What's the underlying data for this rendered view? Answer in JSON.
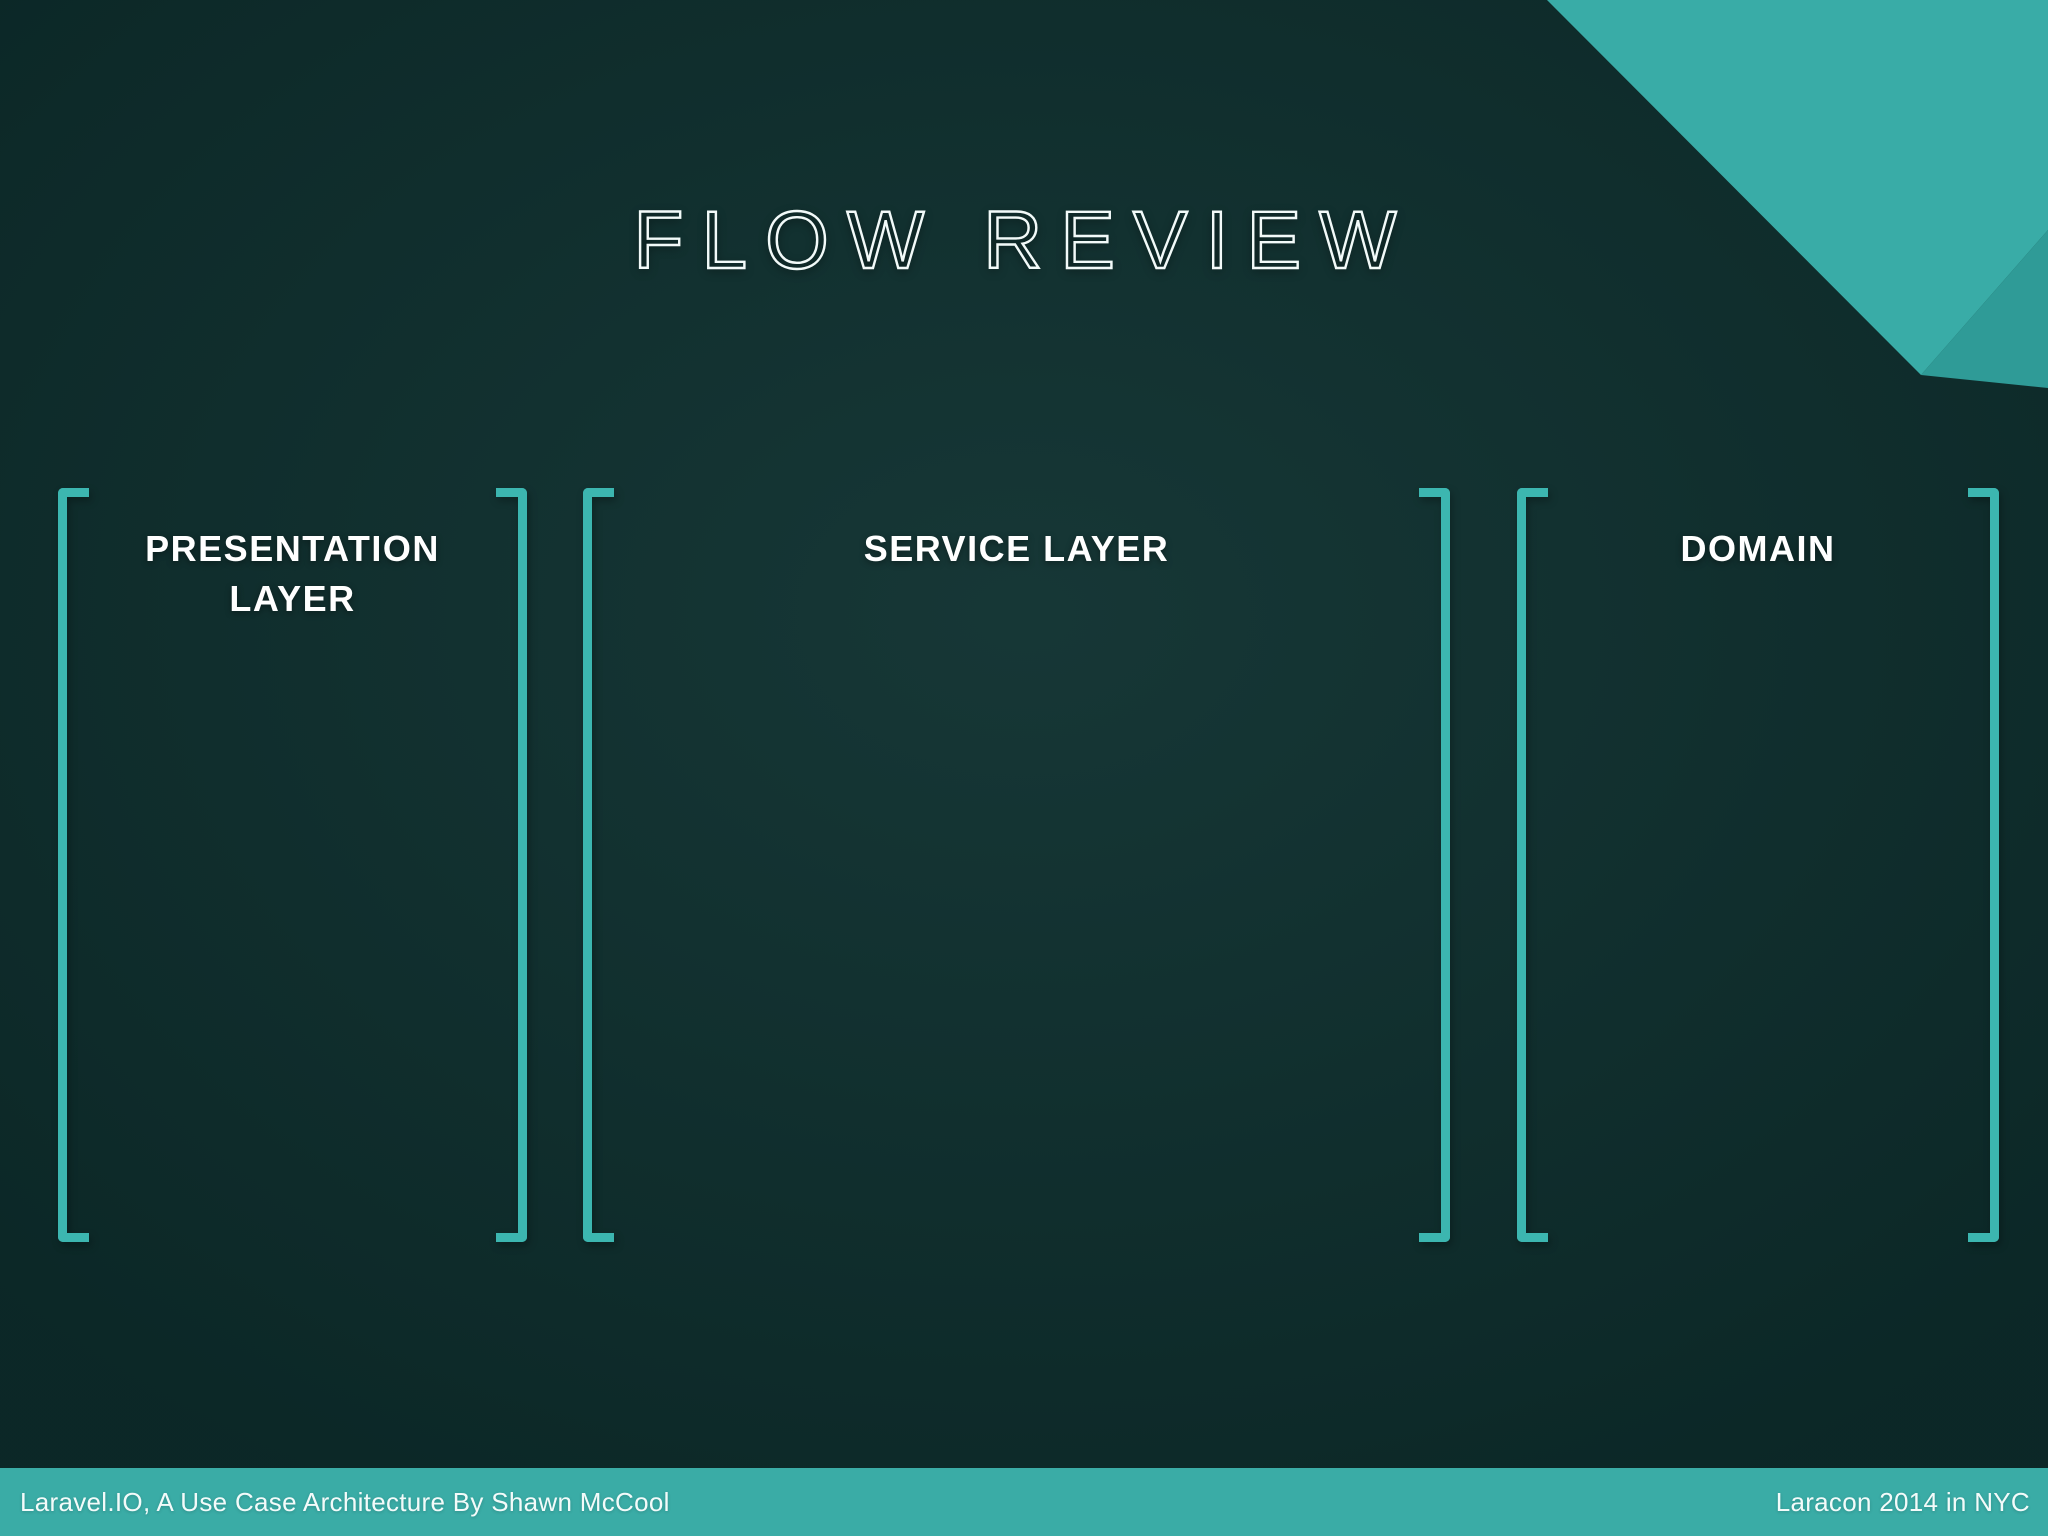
{
  "title": "FLOW REVIEW",
  "sections": [
    {
      "id": "presentation-layer",
      "label": "PRESENTATION\nLAYER"
    },
    {
      "id": "service-layer",
      "label": "SERVICE LAYER"
    },
    {
      "id": "domain",
      "label": "DOMAIN"
    }
  ],
  "footer": {
    "left": "Laravel.IO, A Use Case Architecture By Shawn McCool",
    "right": "Laracon 2014 in NYC"
  },
  "icons": {
    "open_bracket": "left-square-bracket",
    "close_bracket": "right-square-bracket"
  },
  "colors": {
    "background": "#0e302f",
    "accent": "#3cb6b0",
    "footer_bar": "#3aaca6",
    "corner_bright": "#39aca7",
    "corner_dark": "#2f9b97",
    "text": "#ffffff"
  }
}
